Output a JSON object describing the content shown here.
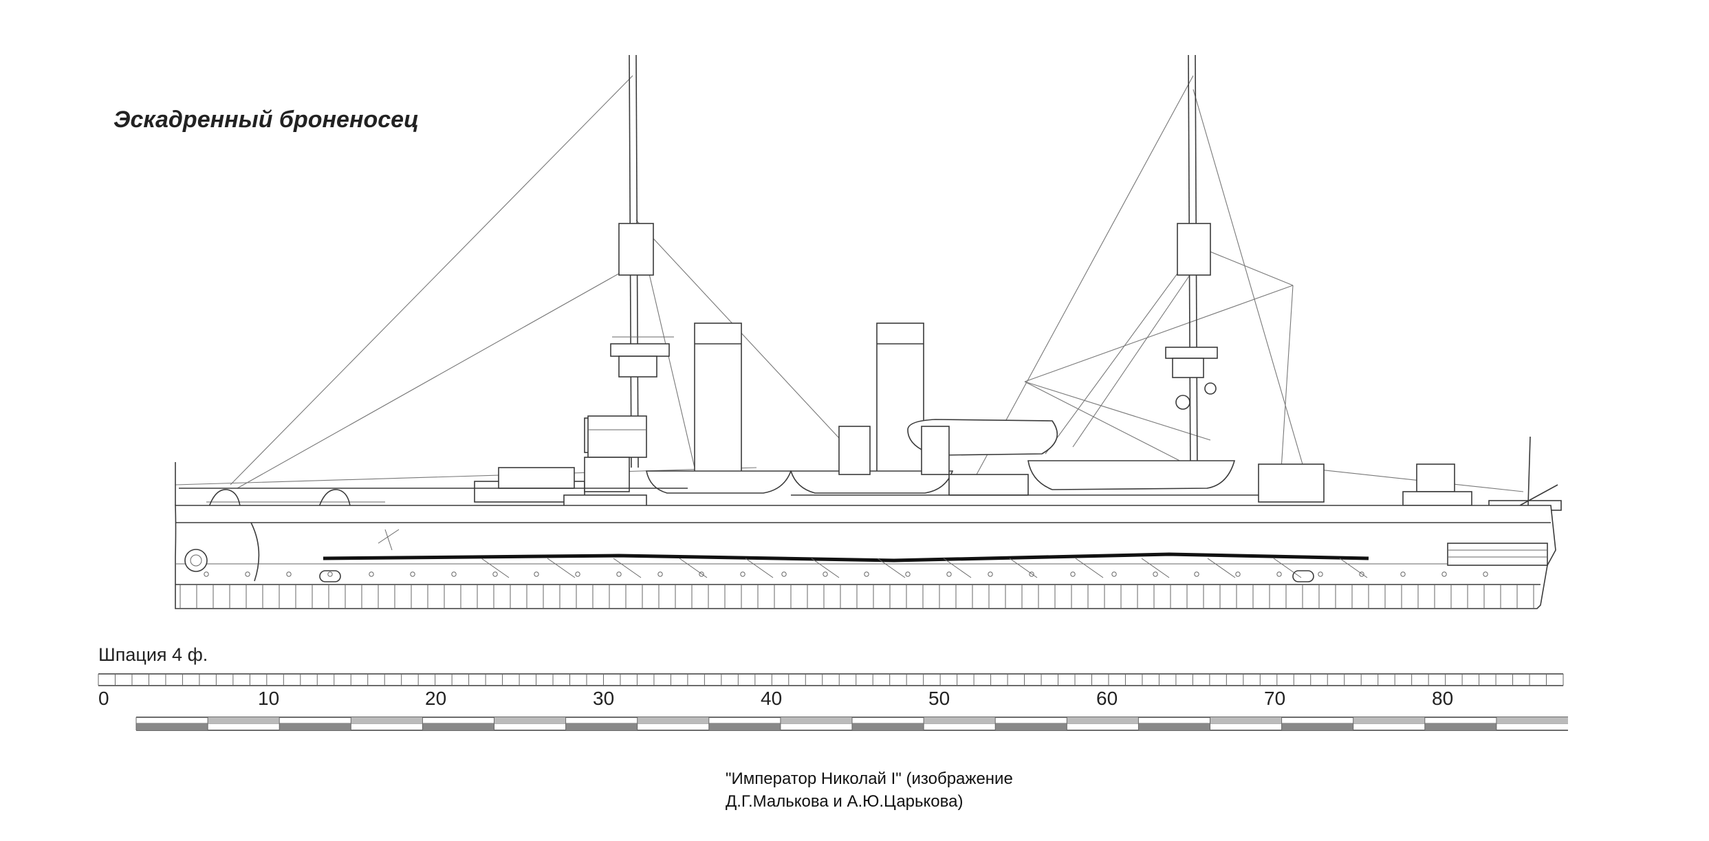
{
  "title": "Эскадренный броненосец",
  "scale": {
    "label": "Шпация 4 ф.",
    "ticks": [
      "0",
      "10",
      "20",
      "30",
      "40",
      "50",
      "60",
      "70",
      "80"
    ]
  },
  "caption": {
    "line1": "\"Император Николай I\" (изображение",
    "line2": "Д.Г.Малькова и А.Ю.Царькова)"
  }
}
